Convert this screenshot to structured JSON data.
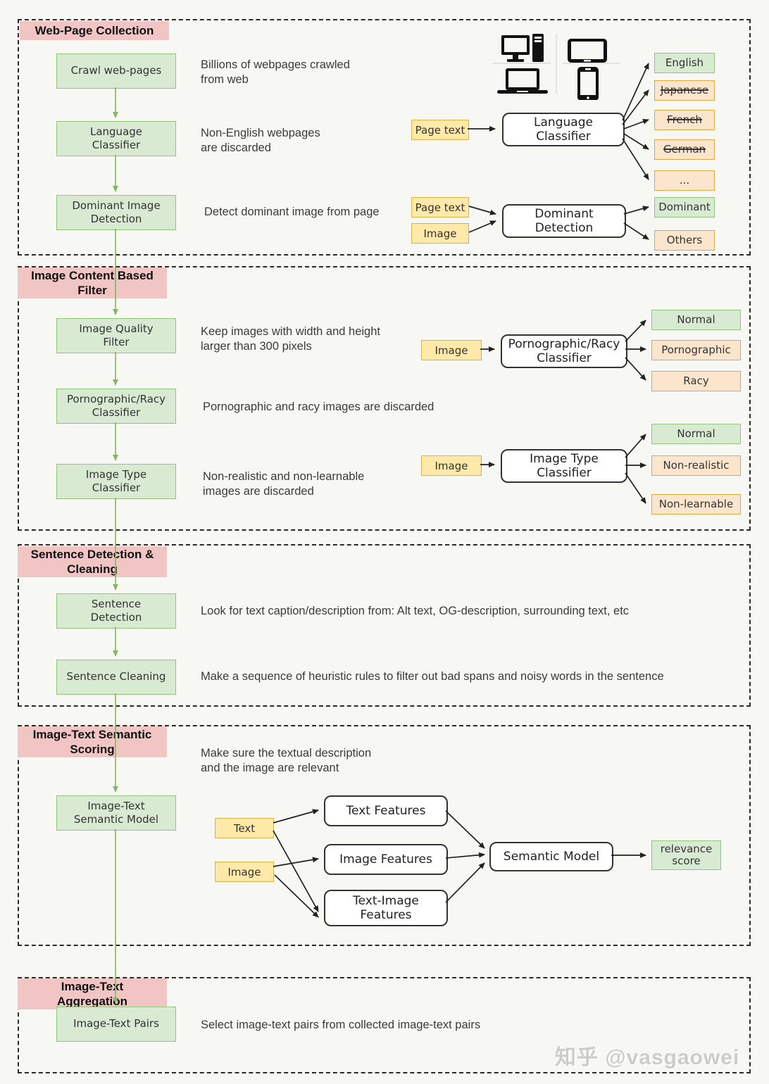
{
  "sections": [
    {
      "title": "Web-Page Collection"
    },
    {
      "title": "Image Content Based\nFilter"
    },
    {
      "title": "Sentence Detection &\nCleaning"
    },
    {
      "title": "Image-Text Semantic\nScoring"
    },
    {
      "title": "Image-Text\nAggregation"
    }
  ],
  "pipeline": {
    "crawl": {
      "label": "Crawl web-pages",
      "desc": "Billions of webpages crawled\nfrom web"
    },
    "language": {
      "label": "Language\nClassifier",
      "desc": "Non-English webpages\nare discarded"
    },
    "dominant": {
      "label": "Dominant Image\nDetection",
      "desc": "Detect dominant image from page"
    },
    "image_quality": {
      "label": "Image Quality\nFilter",
      "desc": "Keep images with width and height\nlarger than 300 pixels"
    },
    "porn_racy": {
      "label": "Pornographic/Racy\nClassifier",
      "desc": "Pornographic and racy images are discarded"
    },
    "image_type": {
      "label": "Image Type\nClassifier",
      "desc": "Non-realistic and non-learnable\nimages are discarded"
    },
    "sent_detect": {
      "label": "Sentence\nDetection",
      "desc": "Look for text caption/description from: Alt text, OG-description, surrounding text, etc"
    },
    "sent_clean": {
      "label": "Sentence Cleaning",
      "desc": "Make a sequence of heuristic rules to filter out bad spans and noisy words in the sentence"
    },
    "semantic_model": {
      "label": "Image-Text\nSemantic Model",
      "desc": "Make sure the textual description\nand the image are relevant"
    },
    "pairs": {
      "label": "Image-Text Pairs",
      "desc": "Select image-text pairs from collected image-text pairs"
    }
  },
  "flows": {
    "language": {
      "input": "Page text",
      "node": "Language\nClassifier",
      "outputs": [
        "English",
        "Japanese",
        "French",
        "German",
        "..."
      ]
    },
    "dominant": {
      "inputs": [
        "Page text",
        "Image"
      ],
      "node": "Dominant\nDetection",
      "outputs": [
        "Dominant",
        "Others"
      ]
    },
    "porn": {
      "input": "Image",
      "node": "Pornographic/Racy\nClassifier",
      "outputs": [
        "Normal",
        "Pornographic",
        "Racy"
      ]
    },
    "type": {
      "input": "Image",
      "node": "Image Type\nClassifier",
      "outputs": [
        "Normal",
        "Non-realistic",
        "Non-learnable"
      ]
    },
    "scoring": {
      "inputs": [
        "Text",
        "Image"
      ],
      "features": [
        "Text Features",
        "Image Features",
        "Text-Image\nFeatures"
      ],
      "model": "Semantic  Model",
      "output": "relevance\nscore"
    }
  },
  "icons": [
    "desktop-computer-icon",
    "tablet-icon",
    "laptop-icon",
    "smartphone-icon"
  ],
  "colors": {
    "keep_fill": "#d9ead3",
    "keep_border": "#93c47d",
    "discard_fill": "#fce5cd",
    "discard_border": "#d9a944",
    "input_fill": "#ffe9a8",
    "input_border": "#d9b24c",
    "header_fill": "#f2c5c5",
    "green_line": "#86b566",
    "background": "#f7f7f3"
  },
  "watermark": "知乎 @vasgaowei"
}
